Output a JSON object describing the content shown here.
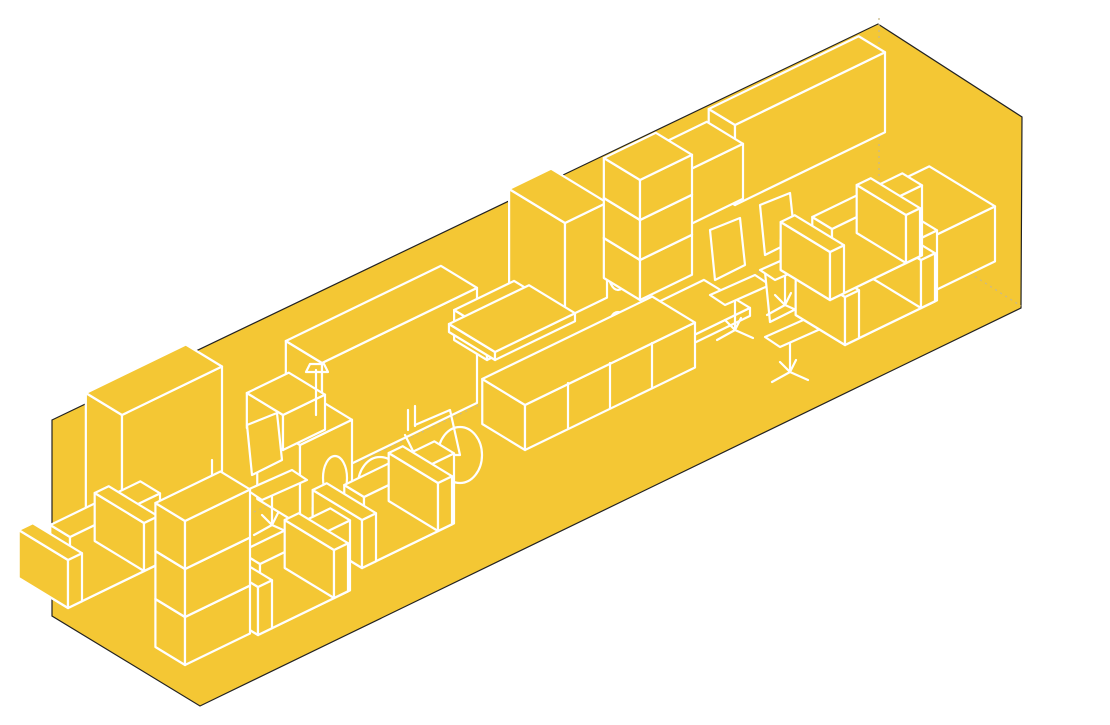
{
  "colors": {
    "container_fill": "#F4C734",
    "container_edge": "#222222",
    "hidden_edge": "#C8B27A",
    "furniture_line": "#FFFFFF",
    "background": "#FFFFFF"
  },
  "icons": [
    "storage-container",
    "refrigerator",
    "moving-box-stack",
    "armchair",
    "office-chair",
    "washing-machine",
    "microwave",
    "lamp",
    "wardrobe",
    "bicycle",
    "desk",
    "sofa",
    "shelf-cabinet"
  ]
}
